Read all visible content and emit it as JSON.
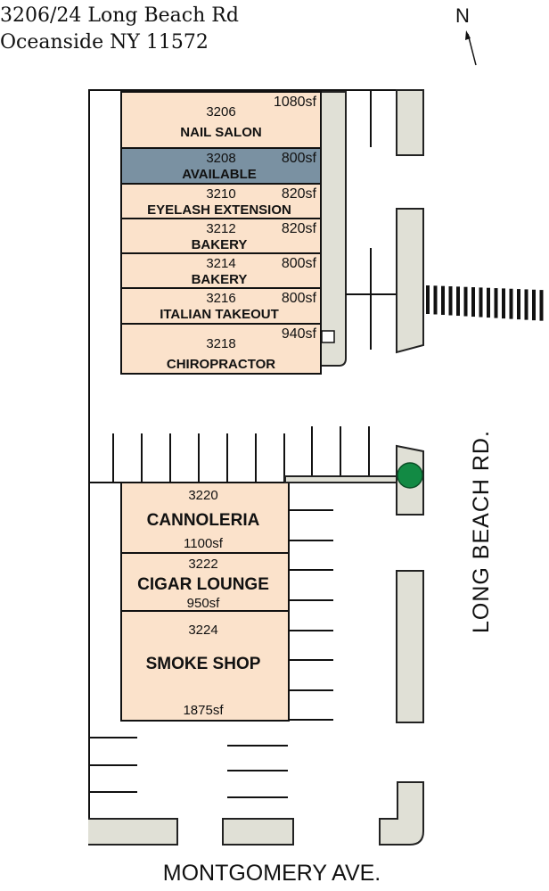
{
  "header": {
    "line1": "3206/24 Long Beach Rd",
    "line2": "Oceanside NY 11572"
  },
  "north_label": "N",
  "colors": {
    "occupied": "#fbe2cb",
    "available": "#7a91a2",
    "island": "#e0e0d6",
    "hydrant": "#128a44"
  },
  "units_north": [
    {
      "number": "3206",
      "tenant": "NAIL SALON",
      "size": "1080sf",
      "available": false
    },
    {
      "number": "3208",
      "tenant": "AVAILABLE",
      "size": "800sf",
      "available": true
    },
    {
      "number": "3210",
      "tenant": "EYELASH EXTENSION",
      "size": "820sf",
      "available": false
    },
    {
      "number": "3212",
      "tenant": "BAKERY",
      "size": "820sf",
      "available": false
    },
    {
      "number": "3214",
      "tenant": "BAKERY",
      "size": "800sf",
      "available": false
    },
    {
      "number": "3216",
      "tenant": "ITALIAN TAKEOUT",
      "size": "800sf",
      "available": false
    },
    {
      "number": "3218",
      "tenant": "CHIROPRACTOR",
      "size": "940sf",
      "available": false
    }
  ],
  "units_south": [
    {
      "number": "3220",
      "tenant": "CANNOLERIA",
      "size": "1100sf"
    },
    {
      "number": "3222",
      "tenant": "CIGAR LOUNGE",
      "size": "950sf"
    },
    {
      "number": "3224",
      "tenant": "SMOKE SHOP",
      "size": "1875sf"
    }
  ],
  "streets": {
    "east": "LONG BEACH RD.",
    "south": "MONTGOMERY AVE."
  }
}
